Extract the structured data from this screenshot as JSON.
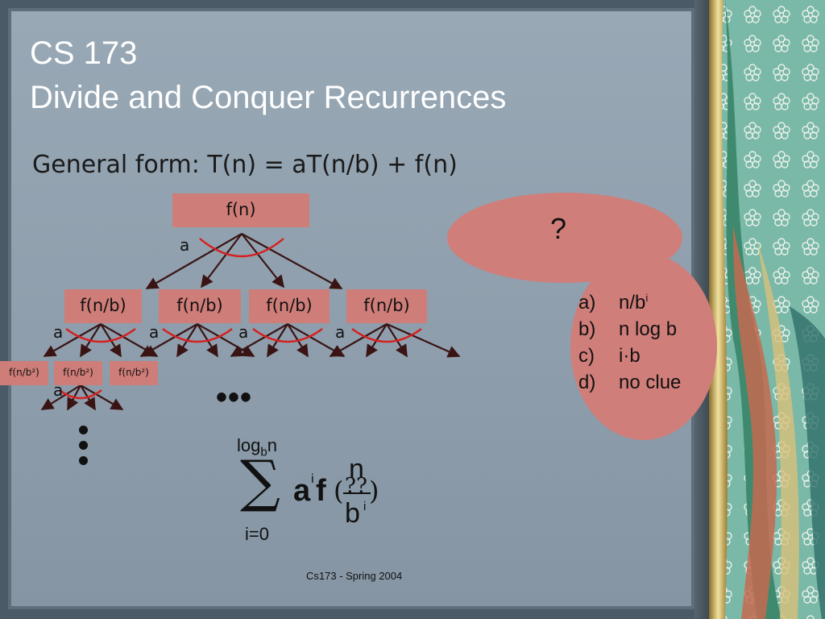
{
  "title": {
    "line1": "CS 173",
    "line2": "Divide and Conquer Recurrences"
  },
  "general_form": "General form: T(n) = aT(n/b) + f(n)",
  "tree": {
    "root": "f(n)",
    "level1": [
      "f(n/b)",
      "f(n/b)",
      "f(n/b)",
      "f(n/b)"
    ],
    "level2": [
      "f(n/b²)",
      "f(n/b²)",
      "f(n/b²)"
    ],
    "branch_label": "a"
  },
  "ellipsis": "•••",
  "formula": {
    "upper": "log",
    "upper_sub": "b",
    "upper_tail": "n",
    "lower": "i=0",
    "sigma": "∑",
    "a": "a",
    "i": "i",
    "f": "f",
    "lparen": "(",
    "rparen": ")",
    "numerator": "n",
    "placeholder": "??",
    "denominator": "b",
    "denominator_exp": "i"
  },
  "question": {
    "mark": "?",
    "options": [
      {
        "letter": "a)",
        "text": "n/b",
        "sup": "i"
      },
      {
        "letter": "b)",
        "text": "n log b",
        "sup": ""
      },
      {
        "letter": "c)",
        "text": "i·b",
        "sup": ""
      },
      {
        "letter": "d)",
        "text": "no clue",
        "sup": ""
      }
    ]
  },
  "footer": "Cs173 - Spring 2004",
  "colors": {
    "panel": "#98a8b5",
    "box": "#cf7d78",
    "arc": "#d62020",
    "title": "#ffffff"
  }
}
